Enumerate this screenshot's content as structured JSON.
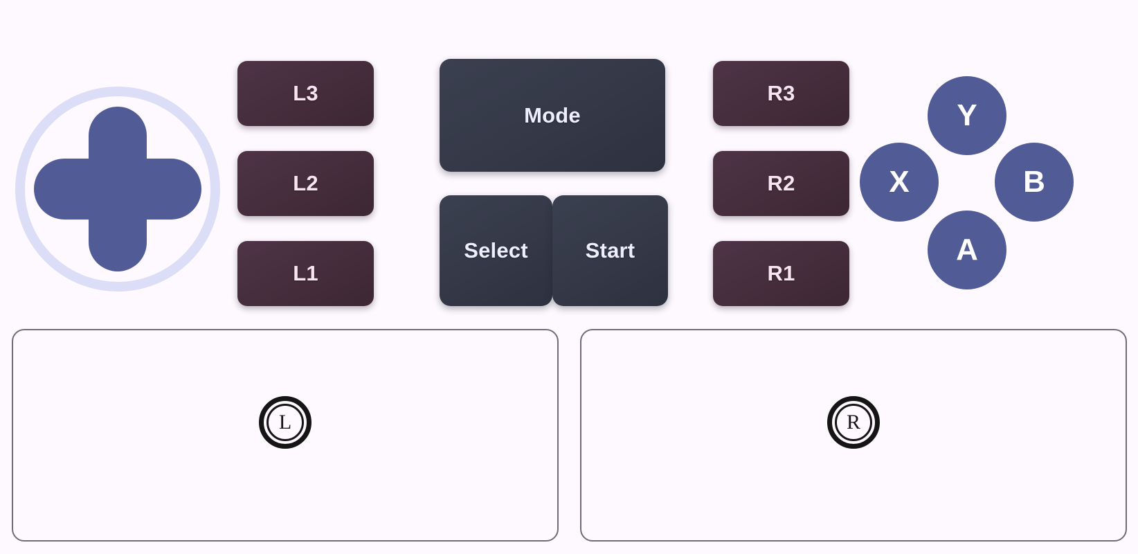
{
  "colors": {
    "background": "#fdf9fe",
    "dpad_fill": "#515b96",
    "dpad_ring": "#dcdef8",
    "shoulder_button": "#442c3b",
    "shoulder_text": "#f7e6f0",
    "dark_button": "#343847",
    "dark_button_text": "#eeeefc",
    "face_button": "#515b96",
    "face_button_text": "#ffffff",
    "panel_border": "#6f6b7a",
    "stick_marker": "#151515"
  },
  "dpad": {
    "name": "directional-pad",
    "shape": "cross"
  },
  "shoulder_left": [
    {
      "id": "l3",
      "label": "L3"
    },
    {
      "id": "l2",
      "label": "L2"
    },
    {
      "id": "l1",
      "label": "L1"
    }
  ],
  "shoulder_right": [
    {
      "id": "r3",
      "label": "R3"
    },
    {
      "id": "r2",
      "label": "R2"
    },
    {
      "id": "r1",
      "label": "R1"
    }
  ],
  "center": {
    "mode": "Mode",
    "select": "Select",
    "start": "Start"
  },
  "face_buttons": [
    {
      "id": "y",
      "label": "Y",
      "position": "top"
    },
    {
      "id": "x",
      "label": "X",
      "position": "left"
    },
    {
      "id": "b",
      "label": "B",
      "position": "right"
    },
    {
      "id": "a",
      "label": "A",
      "position": "bottom"
    }
  ],
  "sticks": [
    {
      "id": "left",
      "label": "L",
      "icon": "circled-l-icon"
    },
    {
      "id": "right",
      "label": "R",
      "icon": "circled-r-icon"
    }
  ]
}
